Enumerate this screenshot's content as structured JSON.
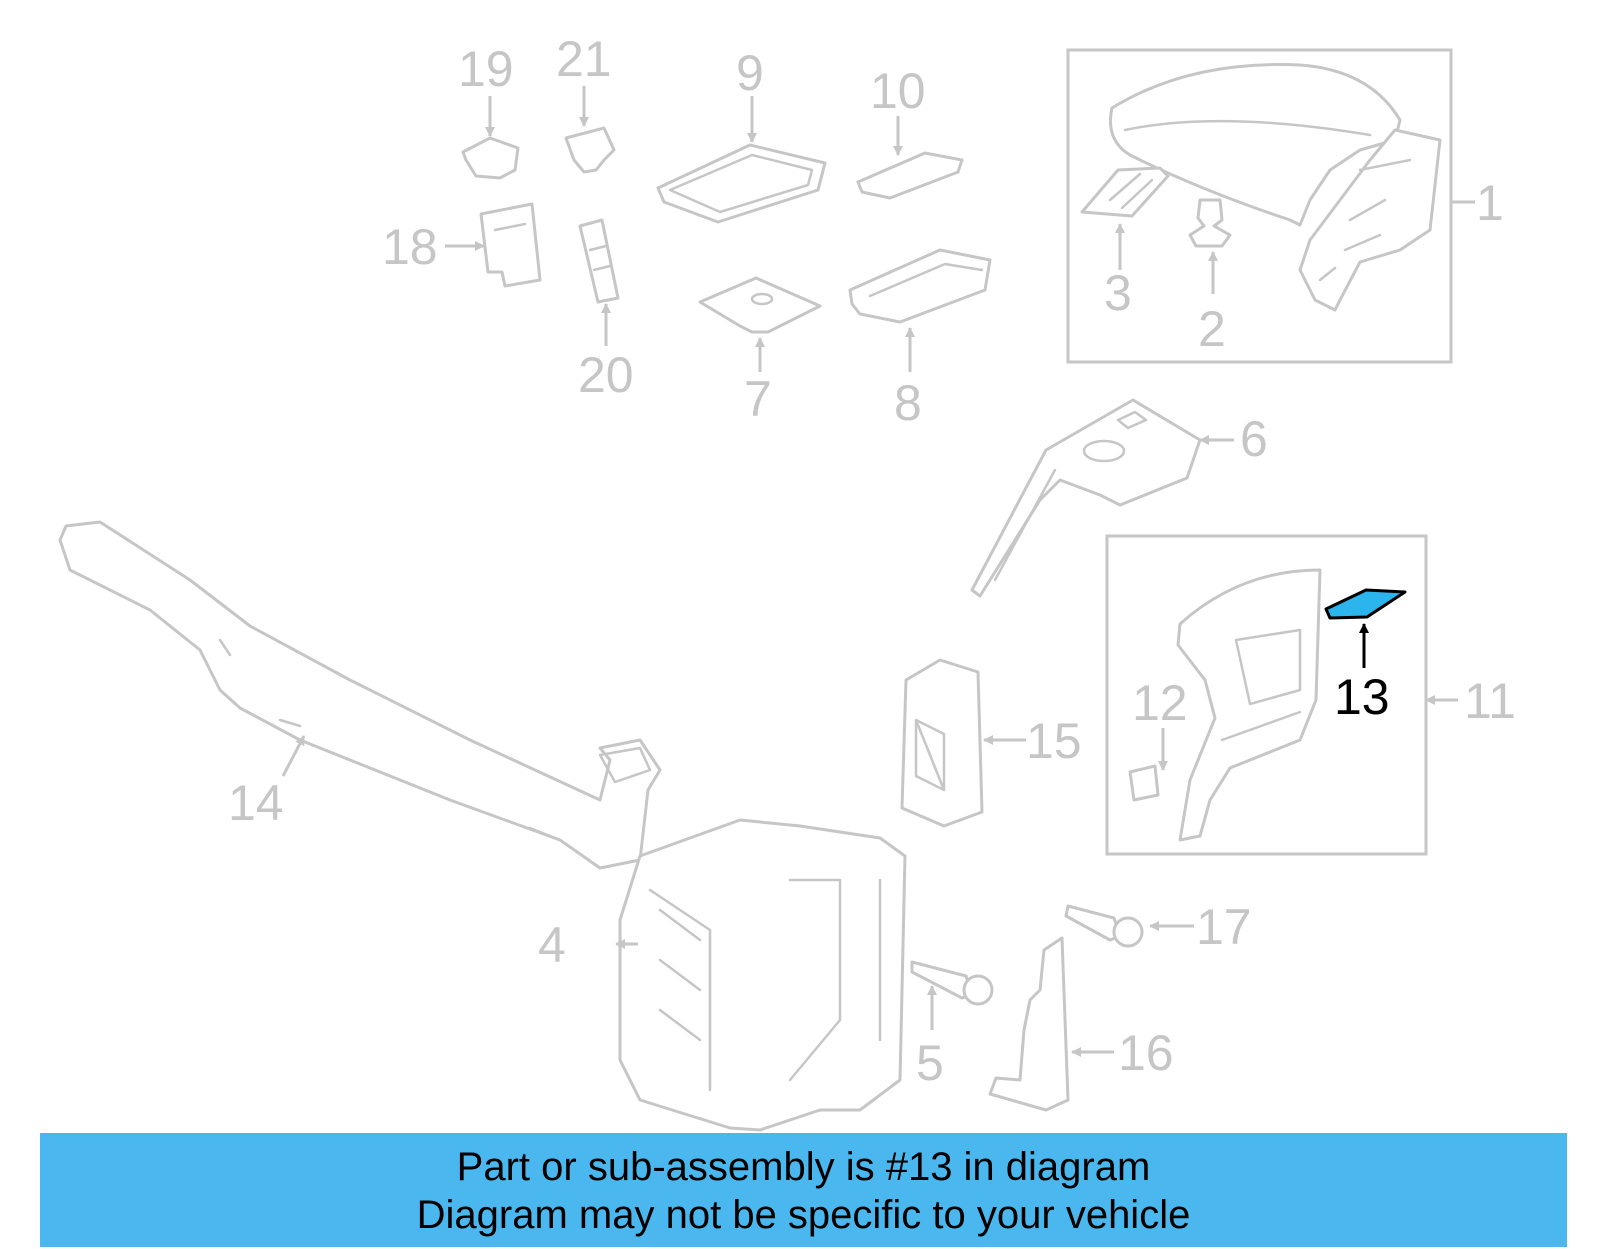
{
  "callouts": {
    "c1": "1",
    "c2": "2",
    "c3": "3",
    "c4": "4",
    "c5": "5",
    "c6": "6",
    "c7": "7",
    "c8": "8",
    "c9": "9",
    "c10": "10",
    "c11": "11",
    "c12": "12",
    "c13": "13",
    "c14": "14",
    "c15": "15",
    "c16": "16",
    "c17": "17",
    "c18": "18",
    "c19": "19",
    "c20": "20",
    "c21": "21"
  },
  "highlighted_part": "13",
  "colors": {
    "line_art": "#c6c6c6",
    "highlight_fill": "#2bb5ec",
    "banner_background": "#4ab8ee",
    "banner_text": "#000000"
  },
  "banner": {
    "line1": "Part or sub-assembly is #13 in diagram",
    "line2": "Diagram may not be specific to your vehicle"
  }
}
